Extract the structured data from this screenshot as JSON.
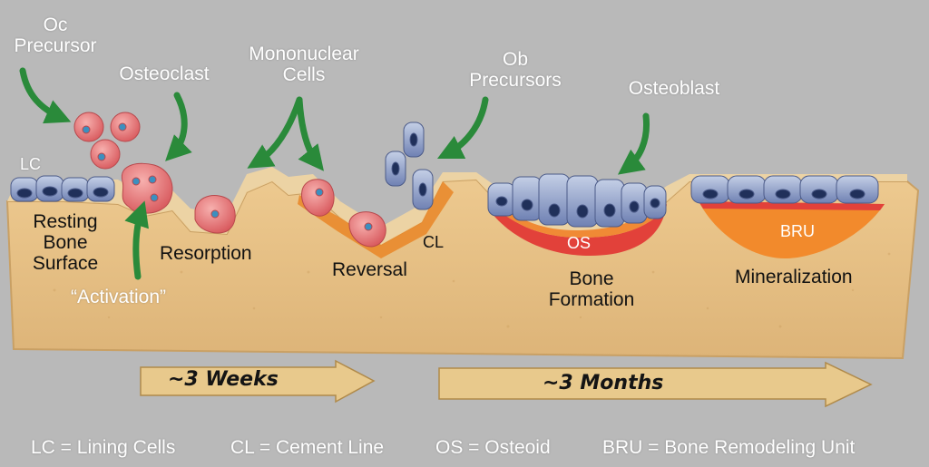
{
  "labels": {
    "oc_precursor": [
      "Oc",
      "Precursor"
    ],
    "osteoclast": "Osteoclast",
    "mononuclear": [
      "Mononuclear",
      "Cells"
    ],
    "ob_precursors": [
      "Ob",
      "Precursors"
    ],
    "osteoblast": "Osteoblast",
    "lc": "LC",
    "cl": "CL",
    "os": "OS",
    "bru": "BRU"
  },
  "stages": {
    "resting": [
      "Resting",
      "Bone",
      "Surface"
    ],
    "activation": "“Activation”",
    "resorption": "Resorption",
    "reversal": "Reversal",
    "formation": [
      "Bone",
      "Formation"
    ],
    "mineralization": "Mineralization"
  },
  "timeline": {
    "weeks": "~3 Weeks",
    "months": "~3 Months"
  },
  "legend": {
    "lc": "LC = Lining Cells",
    "cl": "CL = Cement Line",
    "os": "OS = Osteoid",
    "bru": "BRU = Bone Remodeling Unit"
  },
  "colors": {
    "background": "#b9b9b9",
    "bone": "#e7c48c",
    "bone_edge": "#c9a064",
    "lining_cell": "#8a9bc6",
    "osteoclast": "#e0787a",
    "osteoid": "#e2413a",
    "bru": "#f28a2c",
    "pointer_arrow": "#2a8a3a",
    "timeline_arrow": "#e8c98c"
  }
}
